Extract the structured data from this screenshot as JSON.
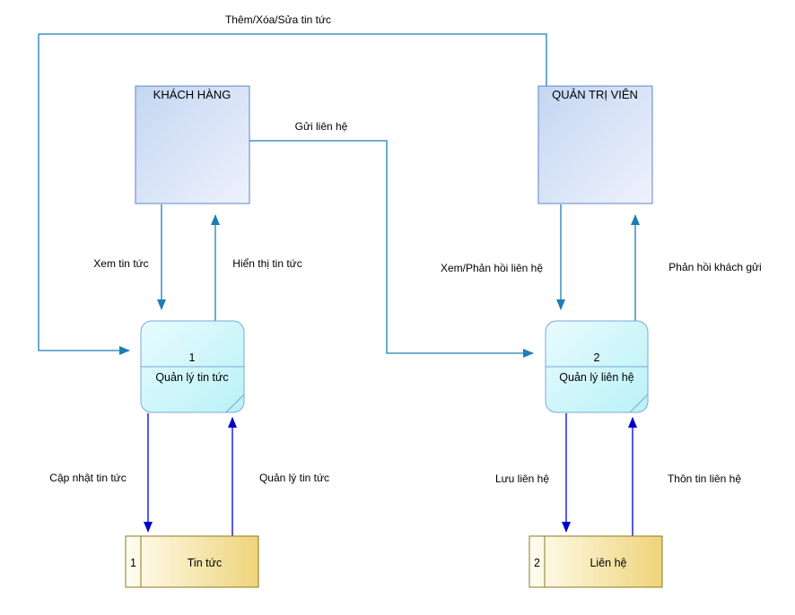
{
  "entities": {
    "customer": {
      "label": "KHÁCH HÀNG"
    },
    "admin": {
      "label": "QUẢN TRỊ VIÊN"
    }
  },
  "processes": {
    "news": {
      "number": "1",
      "name": "Quản lý tin tức"
    },
    "contact": {
      "number": "2",
      "name": "Quản lý liên hệ"
    }
  },
  "stores": {
    "news_store": {
      "id": "1",
      "name": "Tin tức"
    },
    "contact_store": {
      "id": "2",
      "name": "Liên hệ"
    }
  },
  "flows": {
    "add_edit_news": "Thêm/Xóa/Sửa tin tức",
    "send_contact": "Gửi liên hệ",
    "view_news": "Xem tin tức",
    "show_news": "Hiển thị tin tức",
    "view_reply_contact": "Xem/Phản hồi liên hệ",
    "reply_customer": "Phản hồi khách gửi",
    "update_news": "Cập nhật tin tức",
    "manage_news": "Quản lý tin tức",
    "save_contact": "Lưu liên hệ",
    "contact_info": "Thôn tin liên hệ"
  },
  "colors": {
    "flow_line": "#1a7fb3",
    "store_line": "#0000cc",
    "entity_border": "#5b87c5",
    "process_border": "#7aa8d8",
    "store_border": "#8a7a20"
  }
}
